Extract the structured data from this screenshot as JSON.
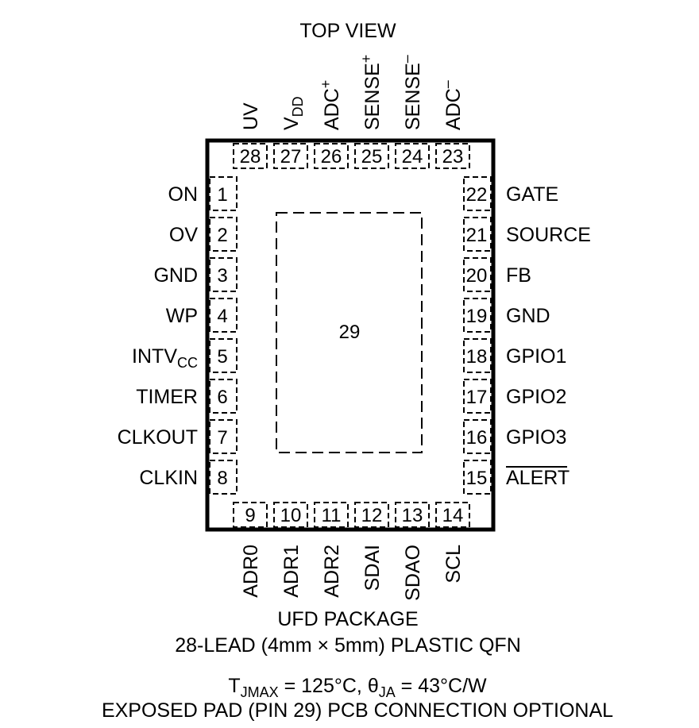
{
  "title": "TOP VIEW",
  "package": {
    "line1": "UFD PACKAGE",
    "line2": "28-LEAD (4mm × 5mm) PLASTIC QFN",
    "thermal": {
      "tj_main": "T",
      "tj_sub": "JMAX",
      "tj_value": " = 125°C, ",
      "theta_main": "θ",
      "theta_sub": "JA",
      "theta_value": " = 43°C/W"
    },
    "note": "EXPOSED PAD (PIN 29) PCB CONNECTION OPTIONAL"
  },
  "exposed_pad": {
    "number": "29"
  },
  "pins": {
    "left": [
      {
        "num": "1",
        "main": "ON",
        "sub": ""
      },
      {
        "num": "2",
        "main": "OV",
        "sub": ""
      },
      {
        "num": "3",
        "main": "GND",
        "sub": ""
      },
      {
        "num": "4",
        "main": "WP",
        "sub": ""
      },
      {
        "num": "5",
        "main": "INTV",
        "sub": "CC"
      },
      {
        "num": "6",
        "main": "TIMER",
        "sub": ""
      },
      {
        "num": "7",
        "main": "CLKOUT",
        "sub": ""
      },
      {
        "num": "8",
        "main": "CLKIN",
        "sub": ""
      }
    ],
    "right": [
      {
        "num": "22",
        "main": "GATE",
        "overline": false
      },
      {
        "num": "21",
        "main": "SOURCE",
        "overline": false
      },
      {
        "num": "20",
        "main": "FB",
        "overline": false
      },
      {
        "num": "19",
        "main": "GND",
        "overline": false
      },
      {
        "num": "18",
        "main": "GPIO1",
        "overline": false
      },
      {
        "num": "17",
        "main": "GPIO2",
        "overline": false
      },
      {
        "num": "16",
        "main": "GPIO3",
        "overline": false
      },
      {
        "num": "15",
        "main": "ALERT",
        "overline": true
      }
    ],
    "top": [
      {
        "num": "28",
        "main": "UV",
        "sub": "",
        "sup": ""
      },
      {
        "num": "27",
        "main": "V",
        "sub": "DD",
        "sup": ""
      },
      {
        "num": "26",
        "main": "ADC",
        "sub": "",
        "sup": "+"
      },
      {
        "num": "25",
        "main": "SENSE",
        "sub": "",
        "sup": "+"
      },
      {
        "num": "24",
        "main": "SENSE",
        "sub": "",
        "sup": "–"
      },
      {
        "num": "23",
        "main": "ADC",
        "sub": "",
        "sup": "–"
      }
    ],
    "bottom": [
      {
        "num": "9",
        "main": "ADR0"
      },
      {
        "num": "10",
        "main": "ADR1"
      },
      {
        "num": "11",
        "main": "ADR2"
      },
      {
        "num": "12",
        "main": "SDAI"
      },
      {
        "num": "13",
        "main": "SDAO"
      },
      {
        "num": "14",
        "main": "SCL"
      }
    ]
  }
}
